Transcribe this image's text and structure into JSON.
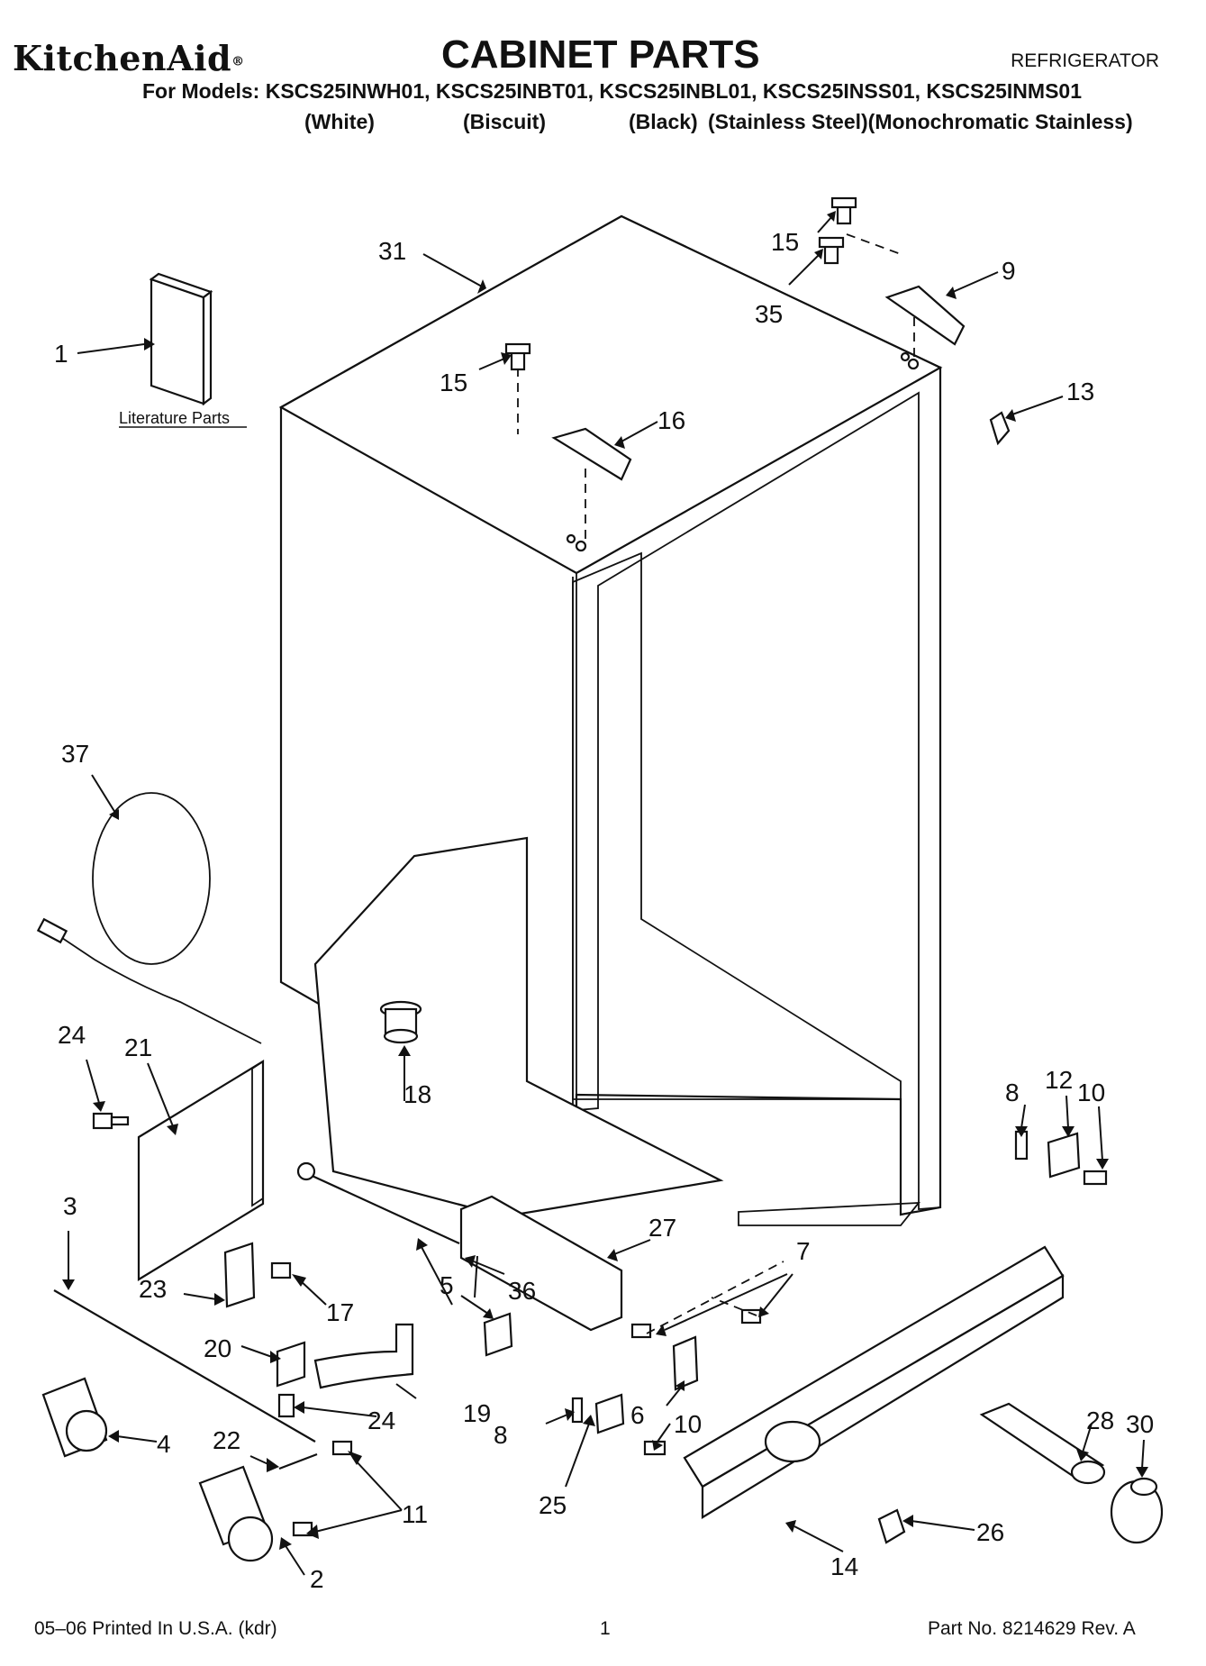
{
  "header": {
    "brand": "KitchenAid",
    "brand_mark": "®",
    "title": "CABINET PARTS",
    "appliance": "REFRIGERATOR",
    "models_line": "For Models: KSCS25INWH01, KSCS25INBT01, KSCS25INBL01, KSCS25INSS01, KSCS25INMS01",
    "finishes": [
      "(White)",
      "(Biscuit)",
      "(Black)",
      "(Stainless Steel)(Monochromatic Stainless)"
    ]
  },
  "diagram": {
    "literature_label": "Literature Parts",
    "callouts": {
      "c1": "1",
      "c2": "2",
      "c3": "3",
      "c4": "4",
      "c5": "5",
      "c6": "6",
      "c7": "7",
      "c8a": "8",
      "c8b": "8",
      "c9": "9",
      "c10a": "10",
      "c10b": "10",
      "c11": "11",
      "c12": "12",
      "c13": "13",
      "c14": "14",
      "c15a": "15",
      "c15b": "15",
      "c16": "16",
      "c17": "17",
      "c18": "18",
      "c19": "19",
      "c20": "20",
      "c21": "21",
      "c22": "22",
      "c23": "23",
      "c24a": "24",
      "c24b": "24",
      "c25": "25",
      "c26": "26",
      "c27": "27",
      "c28": "28",
      "c30": "30",
      "c31": "31",
      "c35": "35",
      "c36": "36",
      "c37": "37"
    }
  },
  "footer": {
    "printed": "05–06 Printed In U.S.A. (kdr)",
    "page": "1",
    "part_no": "Part No. 8214629 Rev. A"
  }
}
